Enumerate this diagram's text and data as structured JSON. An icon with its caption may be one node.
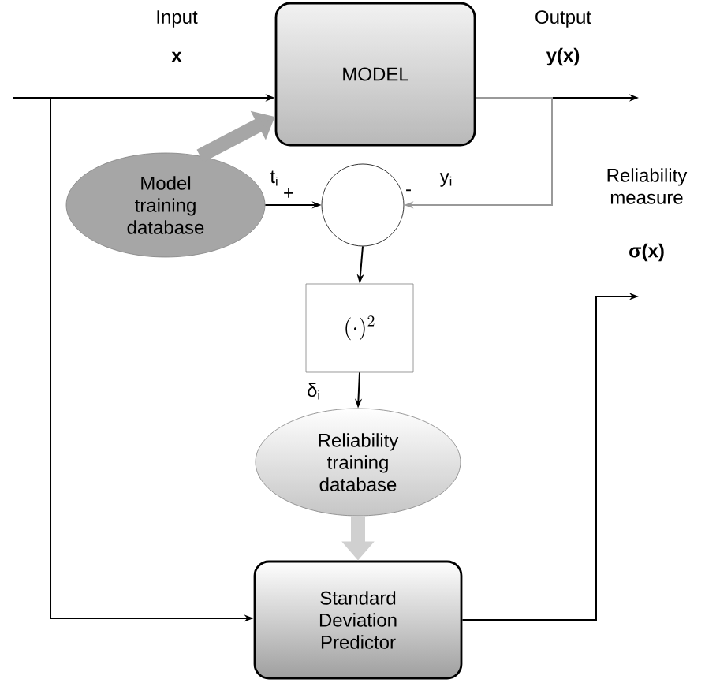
{
  "diagram": {
    "nodes": [
      {
        "text": [
          "MODEL"
        ]
      },
      {
        "text": [
          "Model training database"
        ]
      },
      {
        "text": [],
        "shape": "circle"
      },
      {
        "text": [
          "(\\cdot)^2"
        ]
      },
      {
        "text": [
          "Reliability training database"
        ]
      },
      {
        "text": [
          "Standard Deviation Predictor"
        ]
      }
    ],
    "edges": [
      {
        "from": null,
        "to": 0,
        "arrow": "to"
      },
      {
        "from": null,
        "to": 5,
        "arrow": "to"
      },
      {
        "from": 0,
        "to": null,
        "arrow": "to"
      },
      {
        "from": 0,
        "to": 2,
        "arrow": "to",
        "label": "y$_{i}$",
        "color": "#999999"
      },
      {
        "from": 1,
        "to": 2,
        "arrow": "to",
        "label": "t$_{i}$"
      },
      {
        "from": 1,
        "to": 0,
        "arrow": "to",
        "style": "thick",
        "color": "#a6a6a6"
      },
      {
        "from": 2,
        "to": 3,
        "arrow": "to"
      },
      {
        "from": 3,
        "to": 4,
        "arrow": "to",
        "label": "δ$_{i}$"
      },
      {
        "from": 4,
        "to": 5,
        "arrow": "to",
        "style": "thick",
        "color": "#d0d0d0"
      },
      {
        "from": 5,
        "to": null,
        "arrow": "to"
      }
    ],
    "labels": [
      "Input",
      "x",
      "Output",
      "y(x)",
      "Reliability measure",
      "σ(x)",
      "+",
      "-"
    ]
  }
}
